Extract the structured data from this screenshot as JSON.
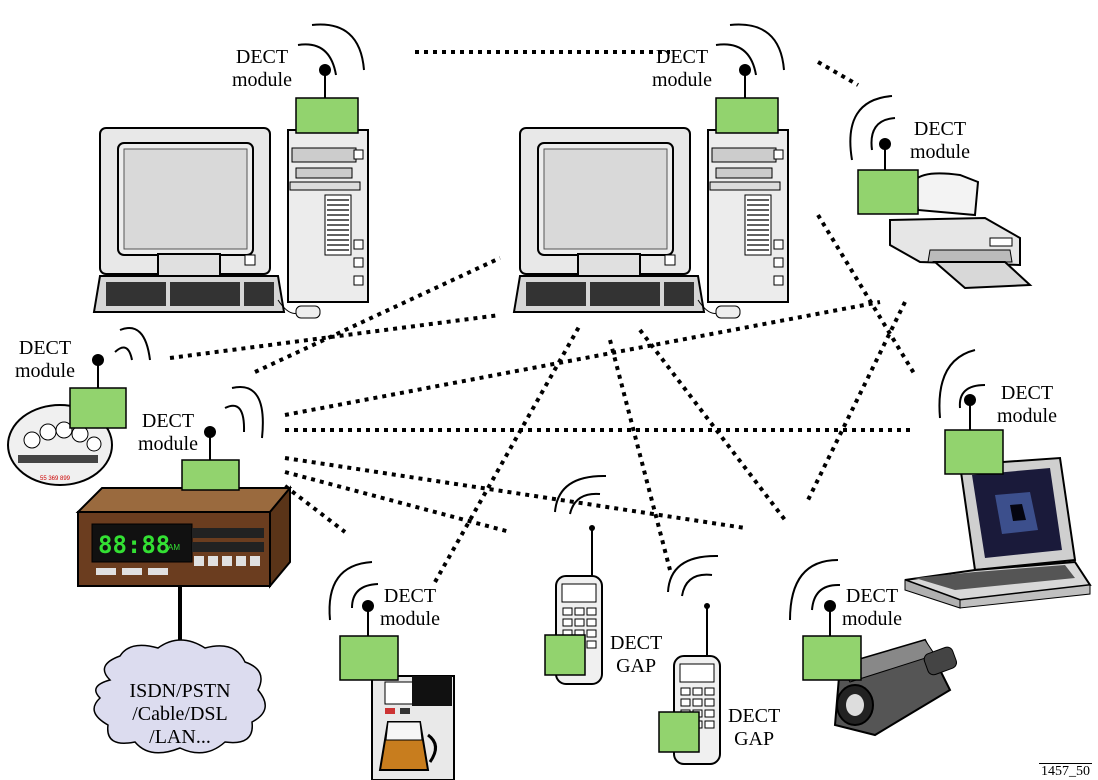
{
  "labels": {
    "pc1": [
      "DECT",
      "module"
    ],
    "pc2": [
      "DECT",
      "module"
    ],
    "printer": [
      "DECT",
      "module"
    ],
    "meter": [
      "DECT",
      "module"
    ],
    "basestation": [
      "DECT",
      "module"
    ],
    "laptop": [
      "DECT",
      "module"
    ],
    "coffee": [
      "DECT",
      "module"
    ],
    "handset1": [
      "DECT",
      "GAP"
    ],
    "handset2": [
      "DECT",
      "GAP"
    ],
    "camcorder": [
      "DECT",
      "module"
    ]
  },
  "network_cloud": [
    "ISDN/PSTN",
    "/Cable/DSL",
    "/LAN..."
  ],
  "clock_display": "88:88",
  "clock_suffix": "AM",
  "meter_text": "55 369 899",
  "figure_id": "1457_50",
  "colors": {
    "module": "#92d36e",
    "cloud": "#dcdcef",
    "radio_body": "#6b3d1f",
    "clock_digits": "#33e033"
  }
}
